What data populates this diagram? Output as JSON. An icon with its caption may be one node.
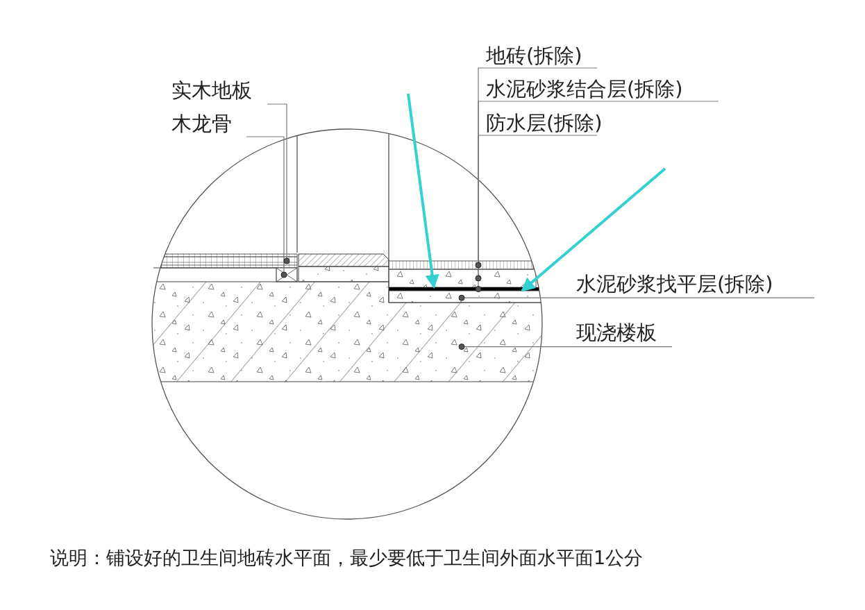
{
  "diagram": {
    "caption": "说明：铺设好的卫生间地砖水平面，最少要低于卫生间外面水平面1公分",
    "nodes": [
      {
        "text": [
          "实木地板"
        ]
      },
      {
        "text": [
          "木龙骨"
        ]
      },
      {
        "text": [
          "地砖(拆除)"
        ]
      },
      {
        "text": [
          "水泥砂浆结合层(拆除)"
        ]
      },
      {
        "text": [
          "防水层(拆除)"
        ]
      },
      {
        "text": [
          "水泥砂浆找平层(拆除)"
        ]
      },
      {
        "text": [
          "现浇楼板"
        ]
      },
      {
        "text": [],
        "shape": "bar"
      },
      {
        "text": [],
        "shape": "box"
      },
      {
        "text": [],
        "shape": "bar"
      },
      {
        "text": [],
        "shape": "bar"
      },
      {
        "text": [],
        "shape": "bar"
      },
      {
        "text": [],
        "shape": "bar"
      },
      {
        "text": [],
        "shape": "box"
      }
    ],
    "edges": [
      {
        "from": 0,
        "to": 7,
        "arrow": "none"
      },
      {
        "from": 1,
        "to": 8,
        "arrow": "none"
      },
      {
        "from": 2,
        "to": 9,
        "arrow": "none"
      },
      {
        "from": 3,
        "to": 10,
        "arrow": "none"
      },
      {
        "from": 4,
        "to": 11,
        "arrow": "none"
      },
      {
        "from": 5,
        "to": 12,
        "arrow": "none"
      },
      {
        "from": 6,
        "to": 13,
        "arrow": "none"
      },
      {
        "from": null,
        "to": 11,
        "arrow": "to",
        "style": "thick",
        "color": "#33d1d1"
      },
      {
        "from": null,
        "to": 12,
        "arrow": "to",
        "style": "thick",
        "color": "#33d1d1"
      }
    ]
  }
}
